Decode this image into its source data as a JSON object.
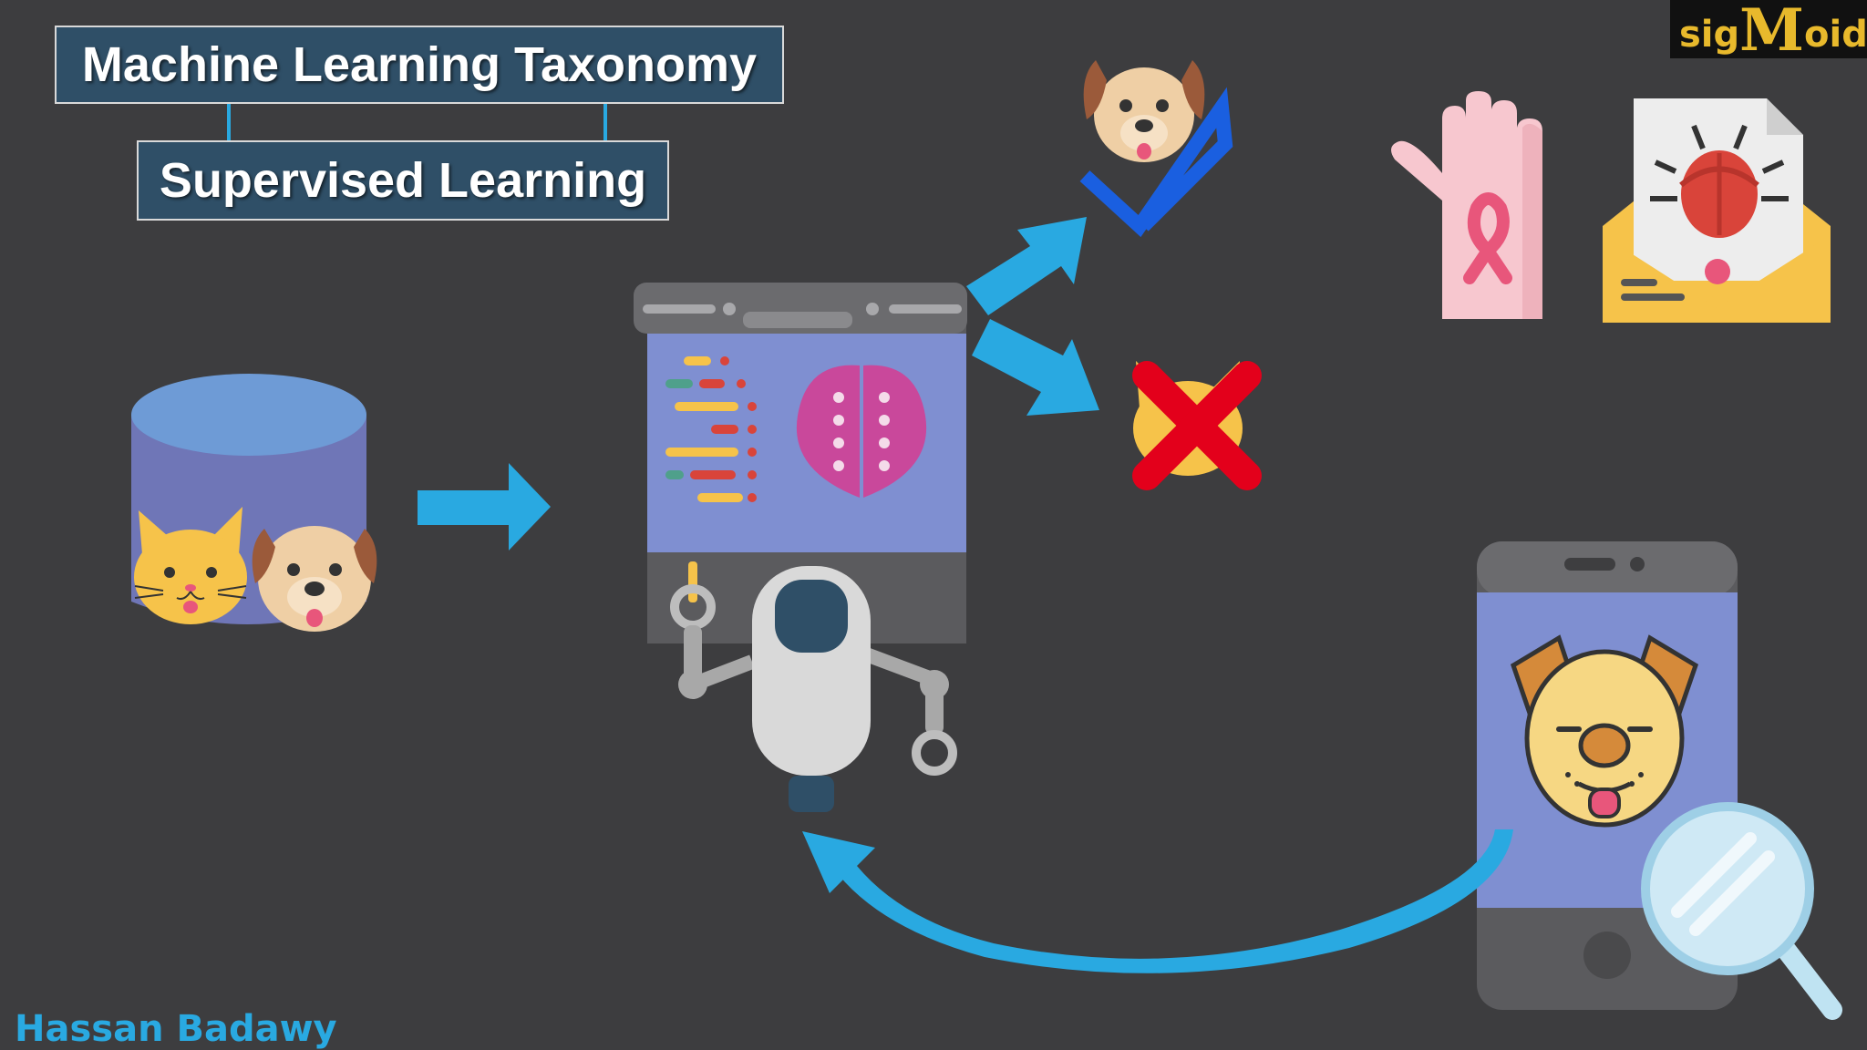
{
  "title": "Machine Learning Taxonomy",
  "subtitle": "Supervised Learning",
  "logo": {
    "part1": "sig",
    "part2": "M",
    "part3": "oid"
  },
  "author": "Hassan Badawy",
  "colors": {
    "background": "#3d3d3f",
    "box_fill": "#2f4f67",
    "arrow_blue": "#29a9e1",
    "check_blue": "#1a5fe0",
    "cross_red": "#e3001b",
    "logo_gold": "#e8b92c"
  },
  "icons": {
    "dataset": "database-icon",
    "cat": "cat-face-icon",
    "dog": "dog-face-icon",
    "robot": "ml-robot-machine-icon",
    "check": "checkmark-icon",
    "cross": "x-mark-icon",
    "hand": "hand-ribbon-icon",
    "mail": "bug-mail-icon",
    "phone": "phone-icon",
    "magnifier": "magnifier-icon"
  }
}
